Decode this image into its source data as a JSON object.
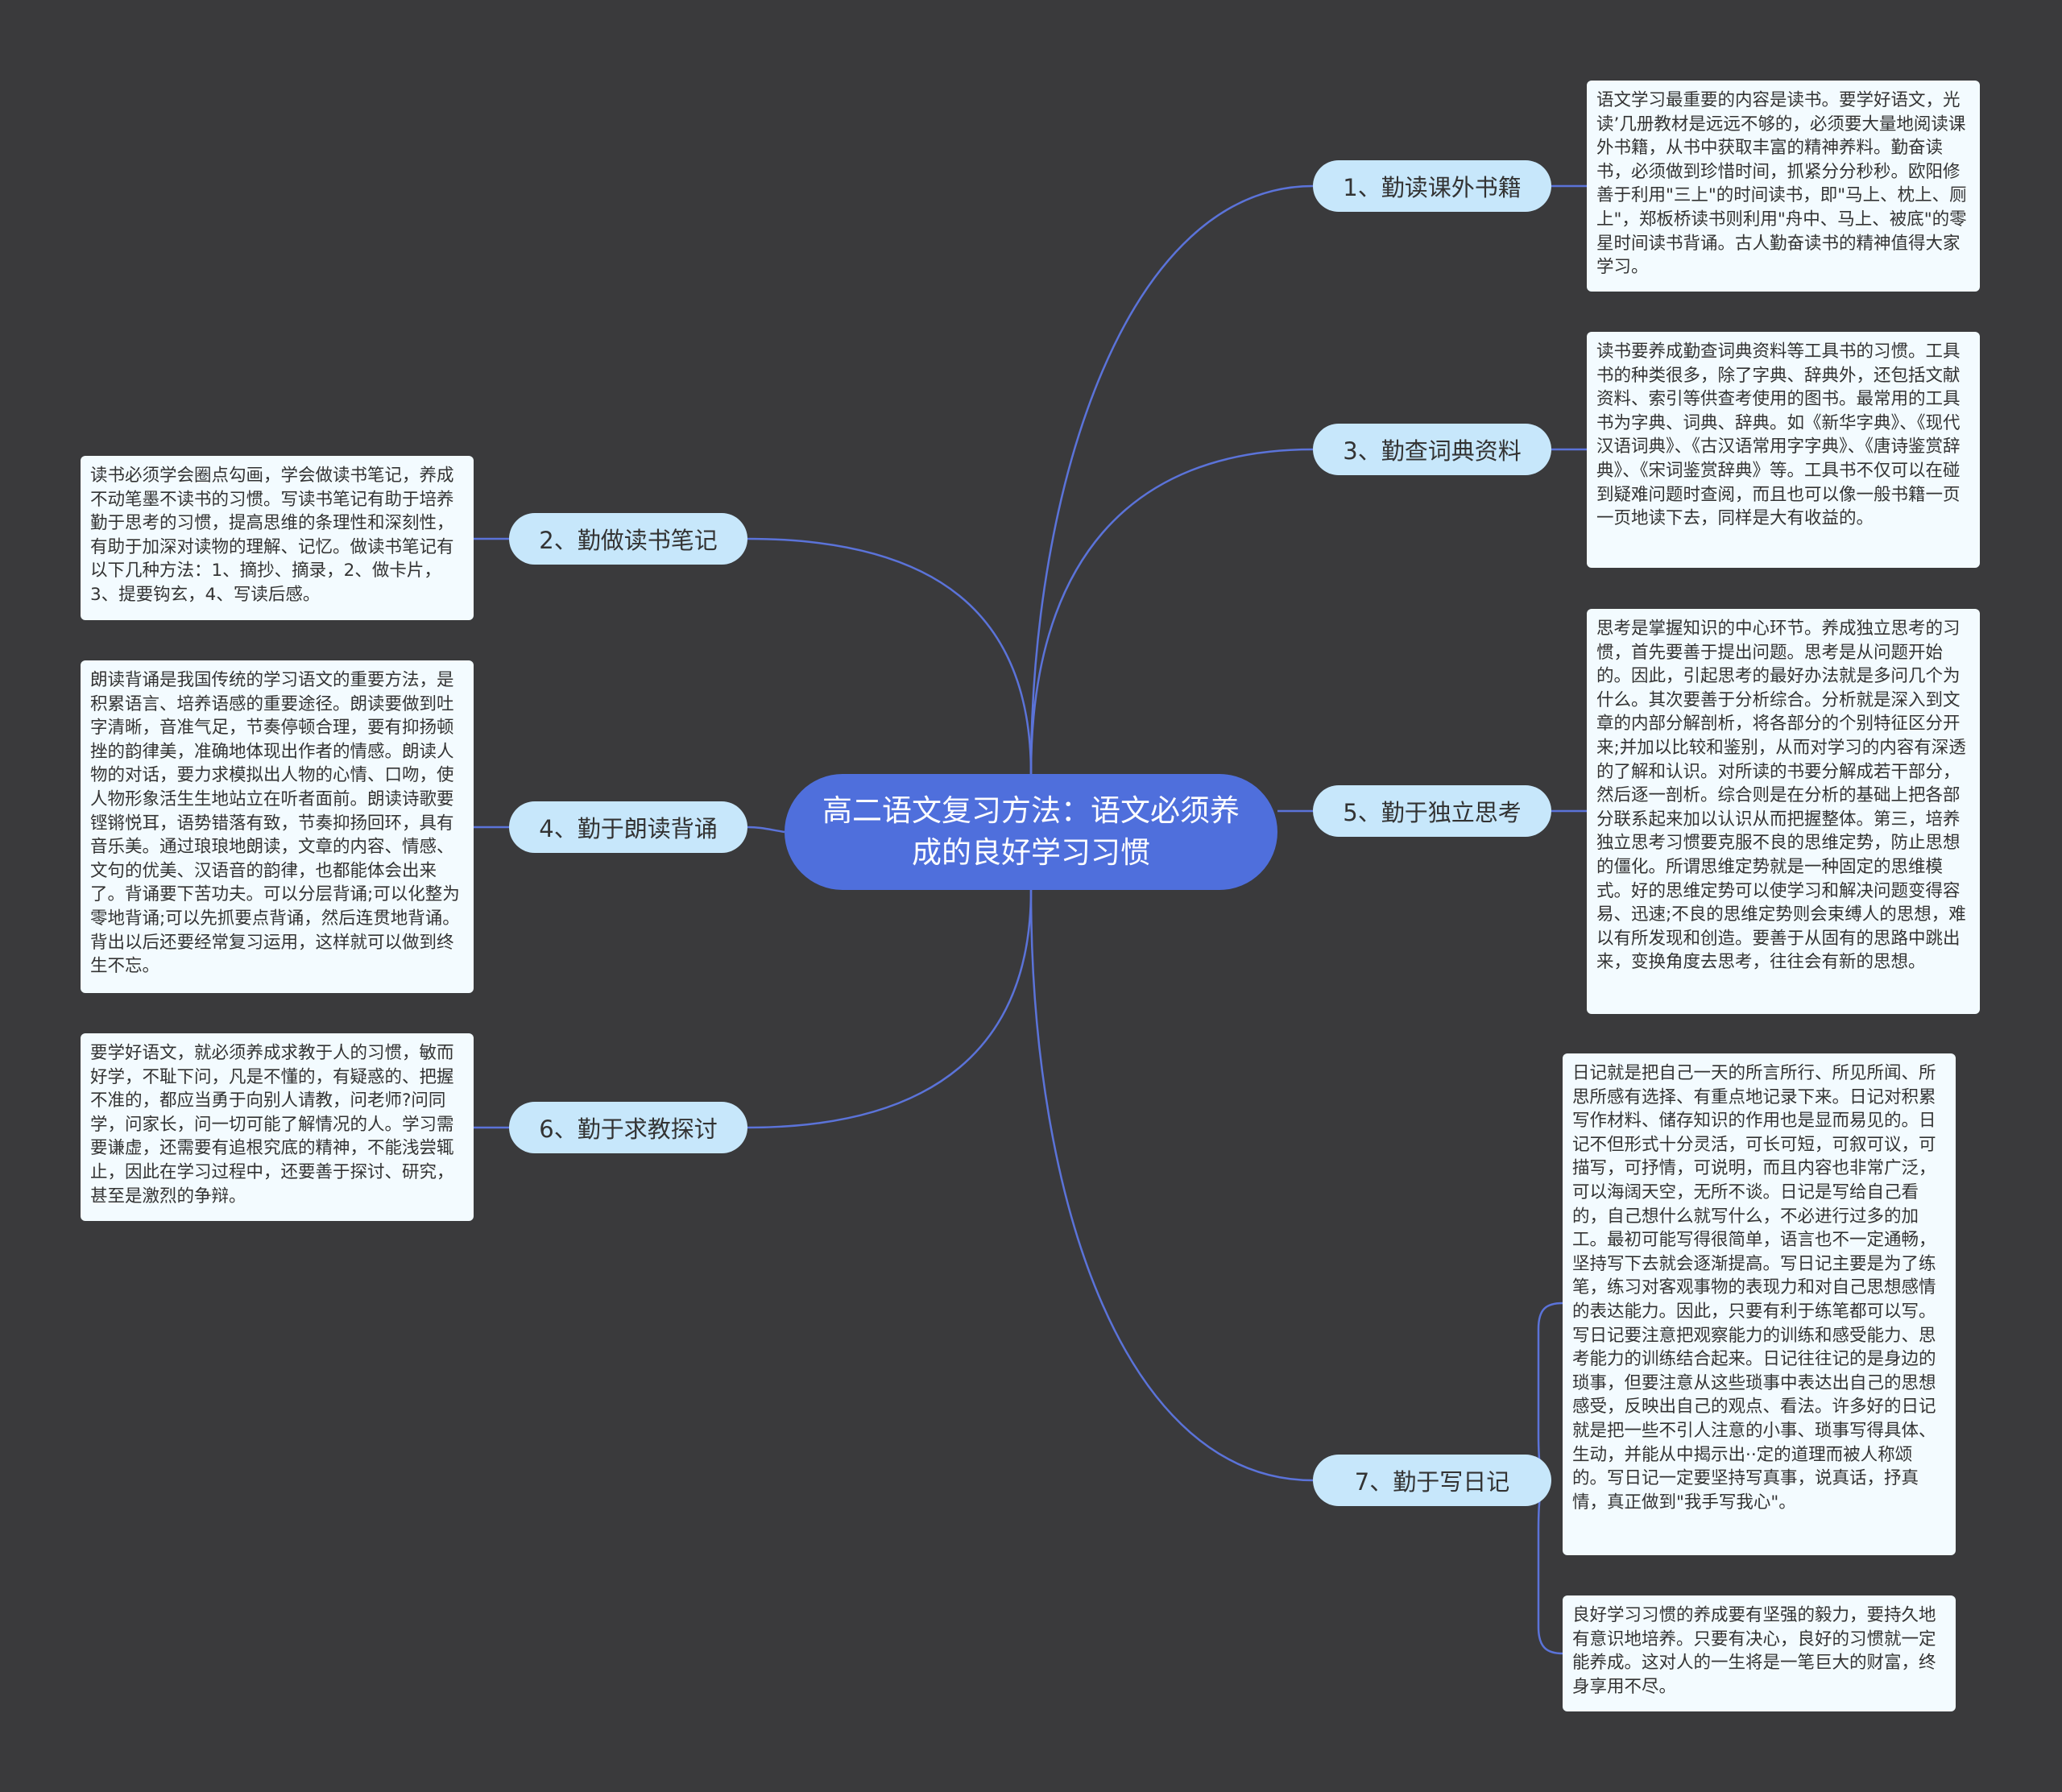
{
  "root": {
    "label": "高二语文复习方法：语文必须养成的良好学习习惯"
  },
  "branches": [
    {
      "label": "1、勤读课外书籍",
      "notes": [
        "语文学习最重要的内容是读书。要学好语文，光读’几册教材是远远不够的，必须要大量地阅读课外书籍，从书中获取丰富的精神养料。勤奋读书，必须做到珍惜时间，抓紧分分秒秒。欧阳修善于利用\"三上\"的时间读书，即\"马上、枕上、厕上\"，郑板桥读书则利用\"舟中、马上、被底\"的零星时间读书背诵。古人勤奋读书的精神值得大家学习。"
      ]
    },
    {
      "label": "2、勤做读书笔记",
      "notes": [
        "读书必须学会圈点勾画，学会做读书笔记，养成不动笔墨不读书的习惯。写读书笔记有助于培养勤于思考的习惯，提高思维的条理性和深刻性，有助于加深对读物的理解、记忆。做读书笔记有以下几种方法：1、摘抄、摘录，2、做卡片，3、提要钩玄，4、写读后感。"
      ]
    },
    {
      "label": "3、勤查词典资料",
      "notes": [
        "读书要养成勤查词典资料等工具书的习惯。工具书的种类很多，除了字典、辞典外，还包括文献资料、索引等供查考使用的图书。最常用的工具书为字典、词典、辞典。如《新华字典》、《现代汉语词典》、《古汉语常用字字典》、《唐诗鉴赏辞典》、《宋词鉴赏辞典》等。工具书不仅可以在碰到疑难问题时查阅，而且也可以像一般书籍一页一页地读下去，同样是大有收益的。"
      ]
    },
    {
      "label": "4、勤于朗读背诵",
      "notes": [
        "朗读背诵是我国传统的学习语文的重要方法，是积累语言、培养语感的重要途径。朗读要做到吐字清晰，音准气足，节奏停顿合理，要有抑扬顿挫的韵律美，准确地体现出作者的情感。朗读人物的对话，要力求模拟出人物的心情、口吻，使人物形象活生生地站立在听者面前。朗读诗歌要铿锵悦耳，语势错落有致，节奏抑扬回环，具有音乐美。通过琅琅地朗读，文章的内容、情感、文句的优美、汉语音的韵律，也都能体会出来了。背诵要下苦功夫。可以分层背诵;可以化整为零地背诵;可以先抓要点背诵，然后连贯地背诵。背出以后还要经常复习运用，这样就可以做到终生不忘。"
      ]
    },
    {
      "label": "5、勤于独立思考",
      "notes": [
        "思考是掌握知识的中心环节。养成独立思考的习惯，首先要善于提出问题。思考是从问题开始的。因此，引起思考的最好办法就是多问几个为什么。其次要善于分析综合。分析就是深入到文章的内部分解剖析，将各部分的个别特征区分开来;并加以比较和鉴别，从而对学习的内容有深透的了解和认识。对所读的书要分解成若干部分，然后逐一剖析。综合则是在分析的基础上把各部分联系起来加以认识从而把握整体。第三，培养独立思考习惯要克服不良的思维定势，防止思想的僵化。所谓思维定势就是一种固定的思维模式。好的思维定势可以使学习和解决问题变得容易、迅速;不良的思维定势则会束缚人的思想，难以有所发现和创造。要善于从固有的思路中跳出来，变换角度去思考，往往会有新的思想。"
      ]
    },
    {
      "label": "6、勤于求教探讨",
      "notes": [
        "要学好语文，就必须养成求教于人的习惯，敏而好学，不耻下问，凡是不懂的，有疑惑的、把握不准的，都应当勇于向别人请教，问老师?问同学，问家长，问一切可能了解情况的人。学习需要谦虚，还需要有追根究底的精神，不能浅尝辄止，因此在学习过程中，还要善于探讨、研究，甚至是激烈的争辩。"
      ]
    },
    {
      "label": "7、勤于写日记",
      "notes": [
        "日记就是把自己一天的所言所行、所见所闻、所思所感有选择、有重点地记录下来。日记对积累写作材料、储存知识的作用也是显而易见的。日记不但形式十分灵活，可长可短，可叙可议，可描写，可抒情，可说明，而且内容也非常广泛，可以海阔天空，无所不谈。日记是写给自己看的，自己想什么就写什么，不必进行过多的加工。最初可能写得很简单，语言也不一定通畅，坚持写下去就会逐渐提高。写日记主要是为了练笔，练习对客观事物的表现力和对自己思想感情的表达能力。因此，只要有利于练笔都可以写。写日记要注意把观察能力的训练和感受能力、思考能力的训练结合起来。日记往往记的是身边的琐事，但要注意从这些琐事中表达出自己的思想感受，反映出自己的观点、看法。许多好的日记就是把一些不引人注意的小事、琐事写得具体、生动，并能从中揭示出··定的道理而被人称颂的。写日记一定要坚持写真事，说真话，抒真情，真正做到\"我手写我心\"。",
        "良好学习习惯的养成要有坚强的毅力，要持久地有意识地培养。只要有决心，良好的习惯就一定能养成。这对人的一生将是一笔巨大的财富，终身享用不尽。"
      ]
    }
  ],
  "colors": {
    "background": "#3a3a3c",
    "root_fill": "#4f6fdc",
    "branch_fill": "#c7e7fb",
    "note_fill": "#f3fbff",
    "link": "#5b73d9"
  }
}
